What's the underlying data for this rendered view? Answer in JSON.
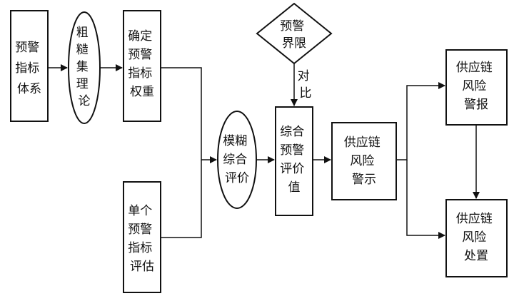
{
  "nodes": {
    "warning_index_system": [
      "预警",
      "指标",
      "体系"
    ],
    "rough_set_theory": [
      "粗",
      "糙",
      "集",
      "理",
      "论"
    ],
    "determine_weights": [
      "确定",
      "预警",
      "指标",
      "权重"
    ],
    "single_index_eval": [
      "单个",
      "预警",
      "指标",
      "评估"
    ],
    "fuzzy_comprehensive_eval": [
      "模糊",
      "综合",
      "评价"
    ],
    "warning_limit": [
      "预警",
      "界限"
    ],
    "compare_label": [
      "对",
      "比"
    ],
    "comprehensive_value": [
      "综合",
      "预警",
      "评价",
      "值"
    ],
    "supply_chain_alert": [
      "供应链",
      "风险",
      "警示"
    ],
    "supply_chain_alarm": [
      "供应链",
      "风险",
      "警报"
    ],
    "supply_chain_handling": [
      "供应链",
      "风险",
      "处置"
    ]
  },
  "caption": "",
  "colors": {
    "stroke": "#111111",
    "background": "#ffffff"
  }
}
